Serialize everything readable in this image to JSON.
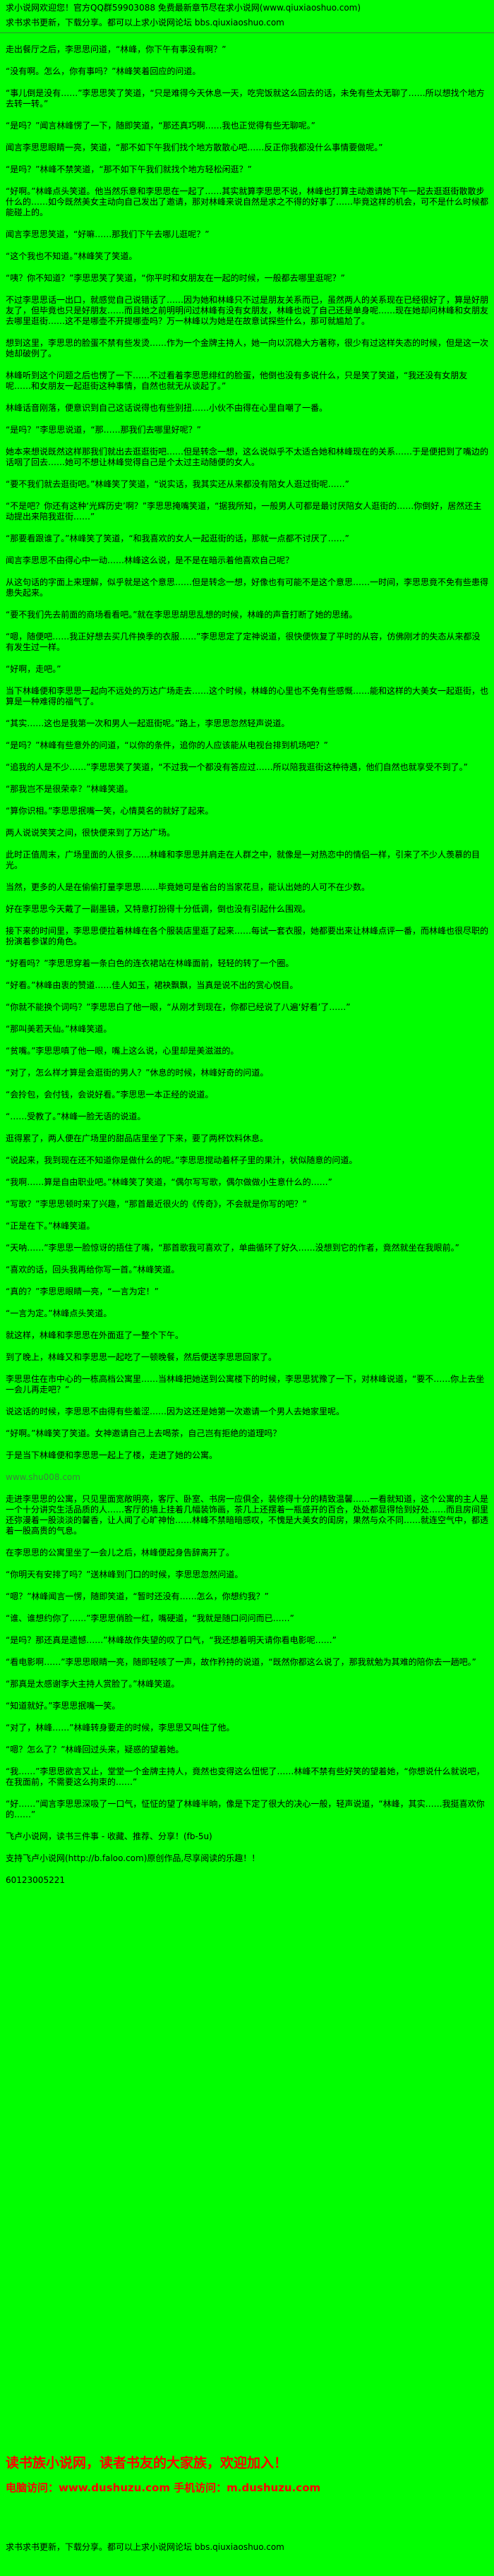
{
  "page": {
    "bg_color": "#00FF00",
    "text_color": "#000000",
    "accent_red": "#FF0000"
  },
  "header": {
    "line1": "求小说网欢迎您！官方QQ群59903088 免费最新章节尽在求小说网(www.qiuxiaoshuo.com)",
    "line2_text": "求书求书更新，下载分享。都可以上求小说网论坛 ",
    "line2_link": "bbs.qiuxiaoshuo.com"
  },
  "content": {
    "watermark": "www.shu008.com",
    "blocks": [
      "走出餐厅之后，李思思问道，“林峰，你下午有事没有啊？”",
      "“没有啊。怎么，你有事吗？”林峰笑着回应的问道。",
      "“事儿倒是没有……”李思思笑了笑道，“只是难得今天休息一天，吃完饭就这么回去的话，未免有些太无聊了……所以想找个地方去转一转。”",
      "“是吗？”闻言林峰愣了一下，随即笑道，“那还真巧啊……我也正觉得有些无聊呢。”",
      "闻言李思思眼睛一亮，笑道，“那不如下午我们找个地方散散心吧……反正你我都没什么事情要做呢。”",
      "“是吗？”林峰不禁笑道，“那不如下午我们就找个地方轻松闲逛？”",
      "“好啊。”林峰点头笑道。他当然乐意和李思思在一起了……其实就算李思思不说，林峰也打算主动邀请她下午一起去逛逛街散散步什么的……如今既然美女主动向自己发出了邀请，那对林峰来说自然是求之不得的好事了……毕竟这样的机会，可不是什么时候都能碰上的。",
      "闻言李思思笑道，“好嘛……那我们下午去哪儿逛呢？”",
      "“这个我也不知道。”林峰笑了笑道。",
      "“咦？你不知道？”李思思笑了笑道，“你平时和女朋友在一起的时候，一般都去哪里逛呢？”",
      "不过李思思话一出口，就感觉自己说错话了……因为她和林峰只不过是朋友关系而已，虽然两人的关系现在已经很好了，算是好朋友了，但毕竟也只是好朋友……而且她之前明明问过林峰有没有女朋友，林峰也说了自己还是单身呢……现在她却问林峰和女朋友去哪里逛街……这不是哪壶不开提哪壶吗？万一林峰以为她是在故意试探些什么，那可就尴尬了。",
      "想到这里，李思思的脸蛋不禁有些发烫……作为一个金牌主持人，她一向以沉稳大方著称，很少有过这样失态的时候，但是这一次她却破例了。",
      "林峰听到这个问题之后也愣了一下……不过看着李思思绯红的脸蛋，他倒也没有多说什么，只是笑了笑道，“我还没有女朋友呢……和女朋友一起逛街这种事情，自然也就无从谈起了。”",
      "林峰话音刚落，便意识到自己这话说得也有些别扭……小伙不由得在心里自嘲了一番。",
      "“是吗？”李思思说道，“那……那我们去哪里好呢？”",
      "她本来想说既然这样那我们就出去逛逛街吧……但是转念一想，这么说似乎不太适合她和林峰现在的关系……于是便把到了嘴边的话咽了回去……她可不想让林峰觉得自己是个太过主动随便的女人。",
      "“要不我们就去逛街吧。”林峰笑了笑道，“说实话，我其实还从来都没有陪女人逛过街呢……”",
      "“不是吧？你还有这种‘光辉历史’啊？”李思思掩嘴笑道，“据我所知，一般男人可都是最讨厌陪女人逛街的……你倒好，居然还主动提出来陪我逛街……”",
      "“那要看跟谁了。”林峰笑了笑道，“和我喜欢的女人一起逛街的话，那就一点都不讨厌了……”",
      "闻言李思思不由得心中一动……林峰这么说，是不是在暗示着他喜欢自己呢？",
      "从这句话的字面上来理解，似乎就是这个意思……但是转念一想，好像也有可能不是这个意思……一时间，李思思竟不免有些患得患失起来。",
      "“要不我们先去前面的商场看看吧。”就在李思思胡思乱想的时候，林峰的声音打断了她的思绪。",
      "“嗯，随便吧……我正好想去买几件换季的衣服……”李思思定了定神说道，很快便恢复了平时的从容，仿佛刚才的失态从来都没有发生过一样。",
      "“好啊，走吧。”",
      "当下林峰便和李思思一起向不远处的万达广场走去……这个时候，林峰的心里也不免有些感慨……能和这样的大美女一起逛街，也算是一种难得的福气了。",
      "“其实……这也是我第一次和男人一起逛街呢。”路上，李思思忽然轻声说道。",
      "“是吗？”林峰有些意外的问道，“以你的条件，追你的人应该能从电视台排到机场吧？”",
      "“追我的人是不少……”李思思笑了笑道，“不过我一个都没有答应过……所以陪我逛街这种待遇，他们自然也就享受不到了。”",
      "“那我岂不是很荣幸？”林峰笑道。",
      "“算你识相。”李思思抿嘴一笑，心情莫名的就好了起来。",
      "两人说说笑笑之间，很快便来到了万达广场。",
      "此时正值周末，广场里面的人很多……林峰和李思思并肩走在人群之中，就像是一对热恋中的情侣一样，引来了不少人羡慕的目光。",
      "当然，更多的人是在偷偷打量李思思……毕竟她可是省台的当家花旦，能认出她的人可不在少数。",
      "好在李思思今天戴了一副墨镜，又特意打扮得十分低调，倒也没有引起什么围观。",
      "接下来的时间里，李思思便拉着林峰在各个服装店里逛了起来……每试一套衣服，她都要出来让林峰点评一番，而林峰也很尽职的扮演着参谋的角色。",
      "“好看吗？”李思思穿着一条白色的连衣裙站在林峰面前，轻轻的转了一个圈。",
      "“好看。”林峰由衷的赞道……佳人如玉，裙袂飘飘，当真是说不出的赏心悦目。",
      "“你就不能换个词吗？”李思思白了他一眼，“从刚才到现在，你都已经说了八遍‘好看’了……”",
      "“那叫美若天仙。”林峰笑道。",
      "“贫嘴。”李思思嗔了他一眼，嘴上这么说，心里却是美滋滋的。",
      "“对了，怎么样才算是会逛街的男人？”休息的时候，林峰好奇的问道。",
      "“会拎包，会付钱，会说好看。”李思思一本正经的说道。",
      "“……受教了。”林峰一脸无语的说道。",
      "逛得累了，两人便在广场里的甜品店里坐了下来，要了两杯饮料休息。",
      "“说起来，我到现在还不知道你是做什么的呢。”李思思搅动着杯子里的果汁，状似随意的问道。",
      "“我啊……算是自由职业吧。”林峰笑了笑道，“偶尔写写歌，偶尔做做小生意什么的……”",
      "“写歌？”李思思顿时来了兴趣，“那首最近很火的《传奇》，不会就是你写的吧？”",
      "“正是在下。”林峰笑道。",
      "“天呐……”李思思一脸惊讶的捂住了嘴，“那首歌我可喜欢了，单曲循环了好久……没想到它的作者，竟然就坐在我眼前。”",
      "“喜欢的话，回头我再给你写一首。”林峰笑道。",
      "“真的？”李思思眼睛一亮，“一言为定！”",
      "“一言为定。”林峰点头笑道。",
      "就这样，林峰和李思思在外面逛了一整个下午。",
      "到了晚上，林峰又和李思思一起吃了一顿晚餐，然后便送李思思回家了。",
      "李思思住在市中心的一栋高档公寓里……当林峰把她送到公寓楼下的时候，李思思犹豫了一下，对林峰说道，“要不……你上去坐一会儿再走吧？”",
      "说这话的时候，李思思不由得有些羞涩……因为这还是她第一次邀请一个男人去她家里呢。",
      "“好啊。”林峰笑了笑道。女神邀请自己上去喝茶，自己岂有拒绝的道理吗？",
      "于是当下林峰便和李思思一起上了楼，走进了她的公寓。",
      "www.shu008.com",
      "走进李思思的公寓，只见里面宽敞明亮，客厅、卧室、书房一应俱全，装修得十分的精致温馨……一看就知道，这个公寓的主人是一个十分讲究生活品质的人……客厅的墙上挂着几幅装饰画，茶几上还摆着一瓶盛开的百合，处处都显得恰到好处……而且房间里还弥漫着一股淡淡的馨香，让人闻了心旷神怡……林峰不禁暗暗感叹，不愧是大美女的闺房，果然与众不同……就连空气中，都透着一股高贵的气息。",
      "在李思思的公寓里坐了一会儿之后，林峰便起身告辞离开了。",
      "“你明天有安排了吗？”送林峰到门口的时候，李思思忽然问道。",
      "“嗯？”林峰闻言一愣，随即笑道，“暂时还没有……怎么，你想约我？”",
      "“谁、谁想约你了……”李思思俏脸一红，嘴硬道，“我就是随口问问而已……”",
      "“是吗？那还真是遗憾……”林峰故作失望的叹了口气，“我还想着明天请你看电影呢……”",
      "“看电影啊……”李思思眼睛一亮，随即轻咳了一声，故作矜持的说道，“既然你都这么说了，那我就勉为其难的陪你去一趟吧。”",
      "“那真是太感谢李大主持人赏脸了。”林峰笑道。",
      "“知道就好。”李思思抿嘴一笑。",
      "“对了，林峰……”林峰转身要走的时候，李思思又叫住了他。",
      "“嗯？怎么了？”林峰回过头来，疑惑的望着她。",
      "“我……”李思思欲言又止，堂堂一个金牌主持人，竟然也变得这么忸怩了……林峰不禁有些好笑的望着她，“你想说什么就说吧，在我面前，不需要这么拘束的……”",
      "“好……”闻言李思思深吸了一口气，怔怔的望了林峰半晌，像是下定了很大的决心一般，轻声说道，“林峰，其实……我挺喜欢你的……”"
    ]
  },
  "footer_promo": {
    "line1": "飞卢小说网，读书三件事 - 收藏、推荐、分享！(fb-5u)",
    "line2": "支持飞卢小说网(http://b.faloo.com)原创作品,尽享阅读的乐趣！！",
    "code": "60123005221"
  },
  "footer_red": {
    "line1": "读书族小说网，读者书友的大家族，欢迎加入！",
    "line2": "电脑访问：www.dushuzu.com  手机访问：m.dushuzu.com"
  },
  "footer_bottom": {
    "text": "求书求书更新，下载分享。都可以上求小说网论坛 ",
    "link": "bbs.qiuxiaoshuo.com"
  }
}
